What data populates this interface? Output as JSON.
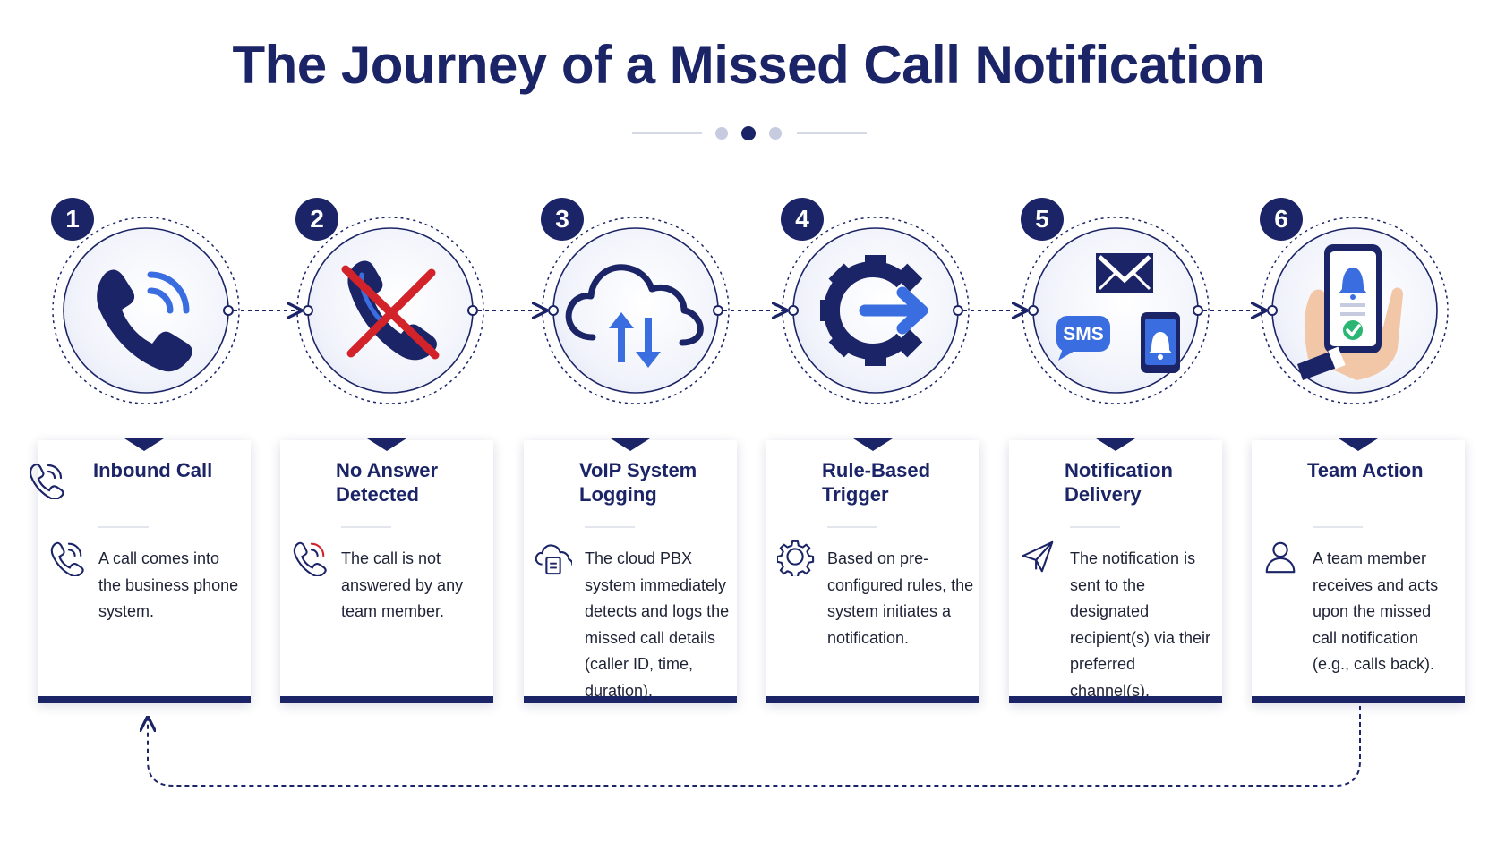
{
  "title": "The Journey of a Missed Call Notification",
  "colors": {
    "navy": "#1b2466",
    "blue": "#3a6ee0",
    "red": "#d2232a",
    "green": "#2bb673",
    "light": "#e9ecf8"
  },
  "steps": [
    {
      "number": "1",
      "title": "Inbound Call",
      "desc": "A call comes into the business phone system.",
      "icon": "phone-ringing-icon",
      "detail_icon": "phone-outline-icon"
    },
    {
      "number": "2",
      "title": "No Answer Detected",
      "desc": "The call is not answered by any team member.",
      "icon": "phone-crossed-icon",
      "detail_icon": "phone-missed-outline-icon"
    },
    {
      "number": "3",
      "title": "VoIP System Logging",
      "desc": "The cloud PBX system immediately detects and logs the missed call details (caller ID, time, duration).",
      "icon": "cloud-sync-icon",
      "detail_icon": "cloud-document-icon"
    },
    {
      "number": "4",
      "title": "Rule-Based Trigger",
      "desc": "Based on pre-configured rules, the system initiates a notification.",
      "icon": "gear-arrow-icon",
      "detail_icon": "gear-outline-icon"
    },
    {
      "number": "5",
      "title": "Notification Delivery",
      "desc": "The notification is sent to the designated recipient(s) via their preferred channel(s).",
      "icon": "multichannel-icon",
      "sms_label": "SMS",
      "detail_icon": "paper-plane-icon"
    },
    {
      "number": "6",
      "title": "Team Action",
      "desc": "A team member receives and acts upon the missed call notification (e.g., calls back).",
      "icon": "hand-phone-icon",
      "detail_icon": "user-outline-icon"
    }
  ]
}
